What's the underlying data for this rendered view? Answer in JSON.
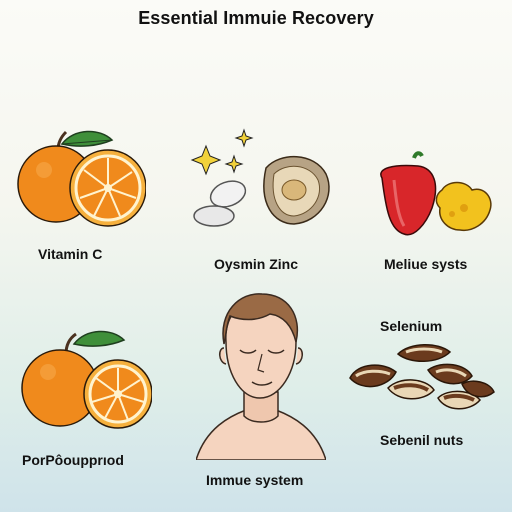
{
  "title": "Essential Immuie Recovery",
  "labels": {
    "vitamin_c": "Vitamin C",
    "oysmin_zinc": "Oysmin Zinc",
    "meliue_systs": "Meliue systs",
    "porpooupprod": "PorPôoupprıod",
    "immue_system": "Immue system",
    "selenium": "Selenium",
    "sebenil_nuts": "Sebenil nuts"
  },
  "colors": {
    "orange": "#f08a1c",
    "orange_dark": "#d86a0e",
    "leaf": "#3f8f3a",
    "pepper_red": "#d8262a",
    "pepper_yellow": "#f2c21e",
    "skin": "#f5d4bf",
    "hair": "#9a6a45",
    "nut": "#6b3b1e",
    "nut_light": "#e9d7b6"
  }
}
